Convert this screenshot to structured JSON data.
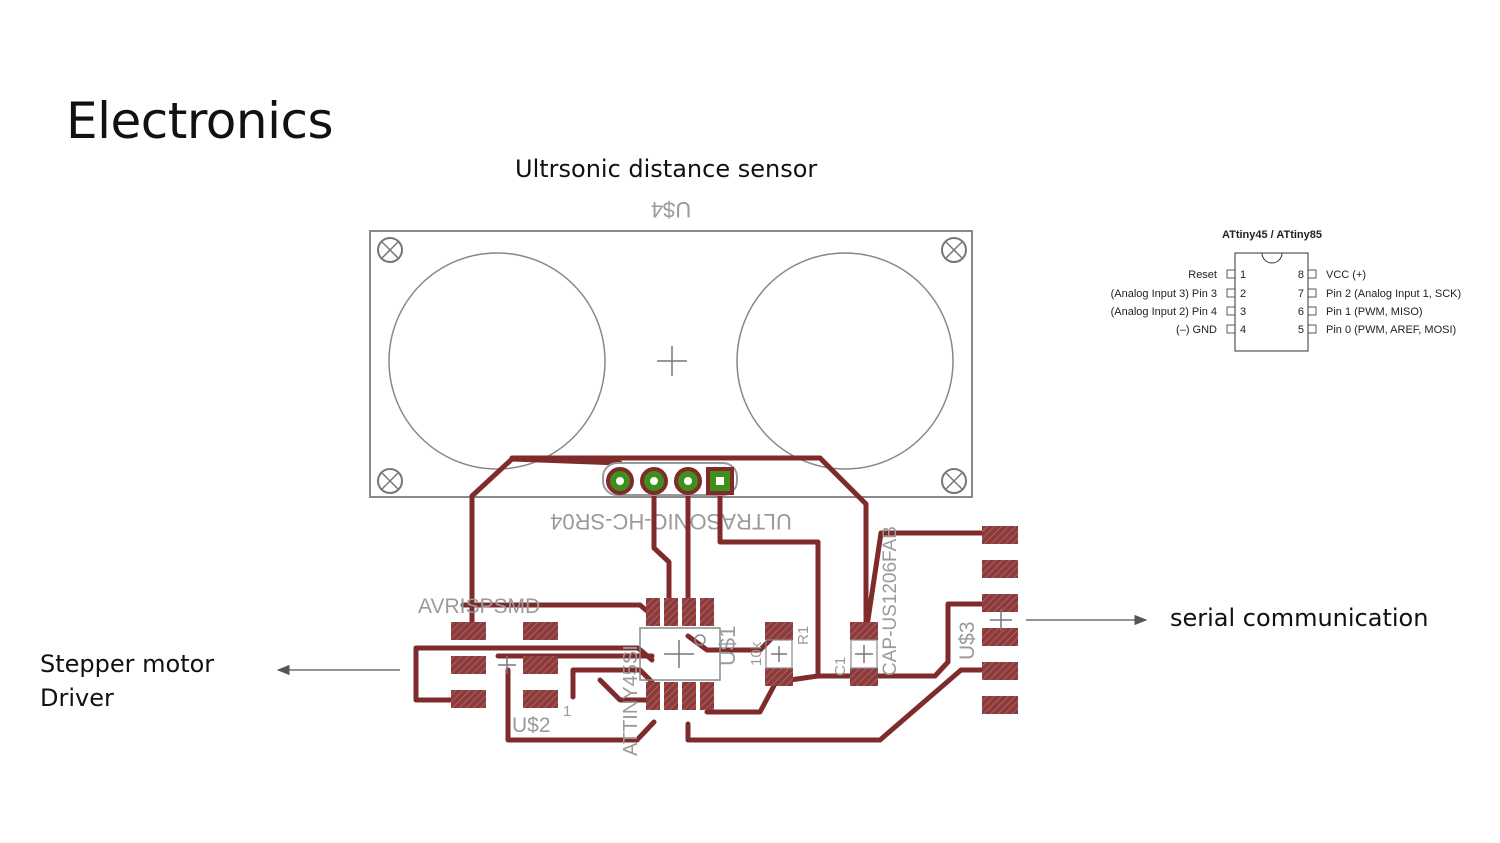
{
  "slide": {
    "title": "Electronics"
  },
  "captions": {
    "sensor": "Ultrsonic distance sensor",
    "serial": "serial communication",
    "stepper_line1": "Stepper motor",
    "stepper_line2": "Driver"
  },
  "pcb": {
    "sensor_ref": "U$4",
    "sensor_part": "ULTRASONIC-HC-SR04",
    "isp_header": "AVRISPSMD",
    "isp_ref": "U$2",
    "mcu_ref": "U$1",
    "mcu_part": "ATTINY45SI",
    "resistor_ref": "R1",
    "resistor_value": "10k",
    "capacitor_ref": "C1",
    "capacitor_part": "CAP-US1206FAB",
    "serial_ref": "U$3",
    "pin1_marker": "1",
    "colors": {
      "trace": "#7f2b2b",
      "pad_green": "#3f8f1f",
      "outline": "#888888"
    }
  },
  "pinout": {
    "title": "ATtiny45 / ATtiny85",
    "left_pins": [
      {
        "num": "1",
        "label": "Reset"
      },
      {
        "num": "2",
        "label": "(Analog Input 3) Pin 3"
      },
      {
        "num": "3",
        "label": "(Analog Input 2) Pin 4"
      },
      {
        "num": "4",
        "label": "(–) GND"
      }
    ],
    "right_pins": [
      {
        "num": "8",
        "label": "VCC (+)"
      },
      {
        "num": "7",
        "label": "Pin 2 (Analog Input 1, SCK)"
      },
      {
        "num": "6",
        "label": "Pin 1 (PWM, MISO)"
      },
      {
        "num": "5",
        "label": "Pin 0 (PWM, AREF, MOSI)"
      }
    ]
  }
}
